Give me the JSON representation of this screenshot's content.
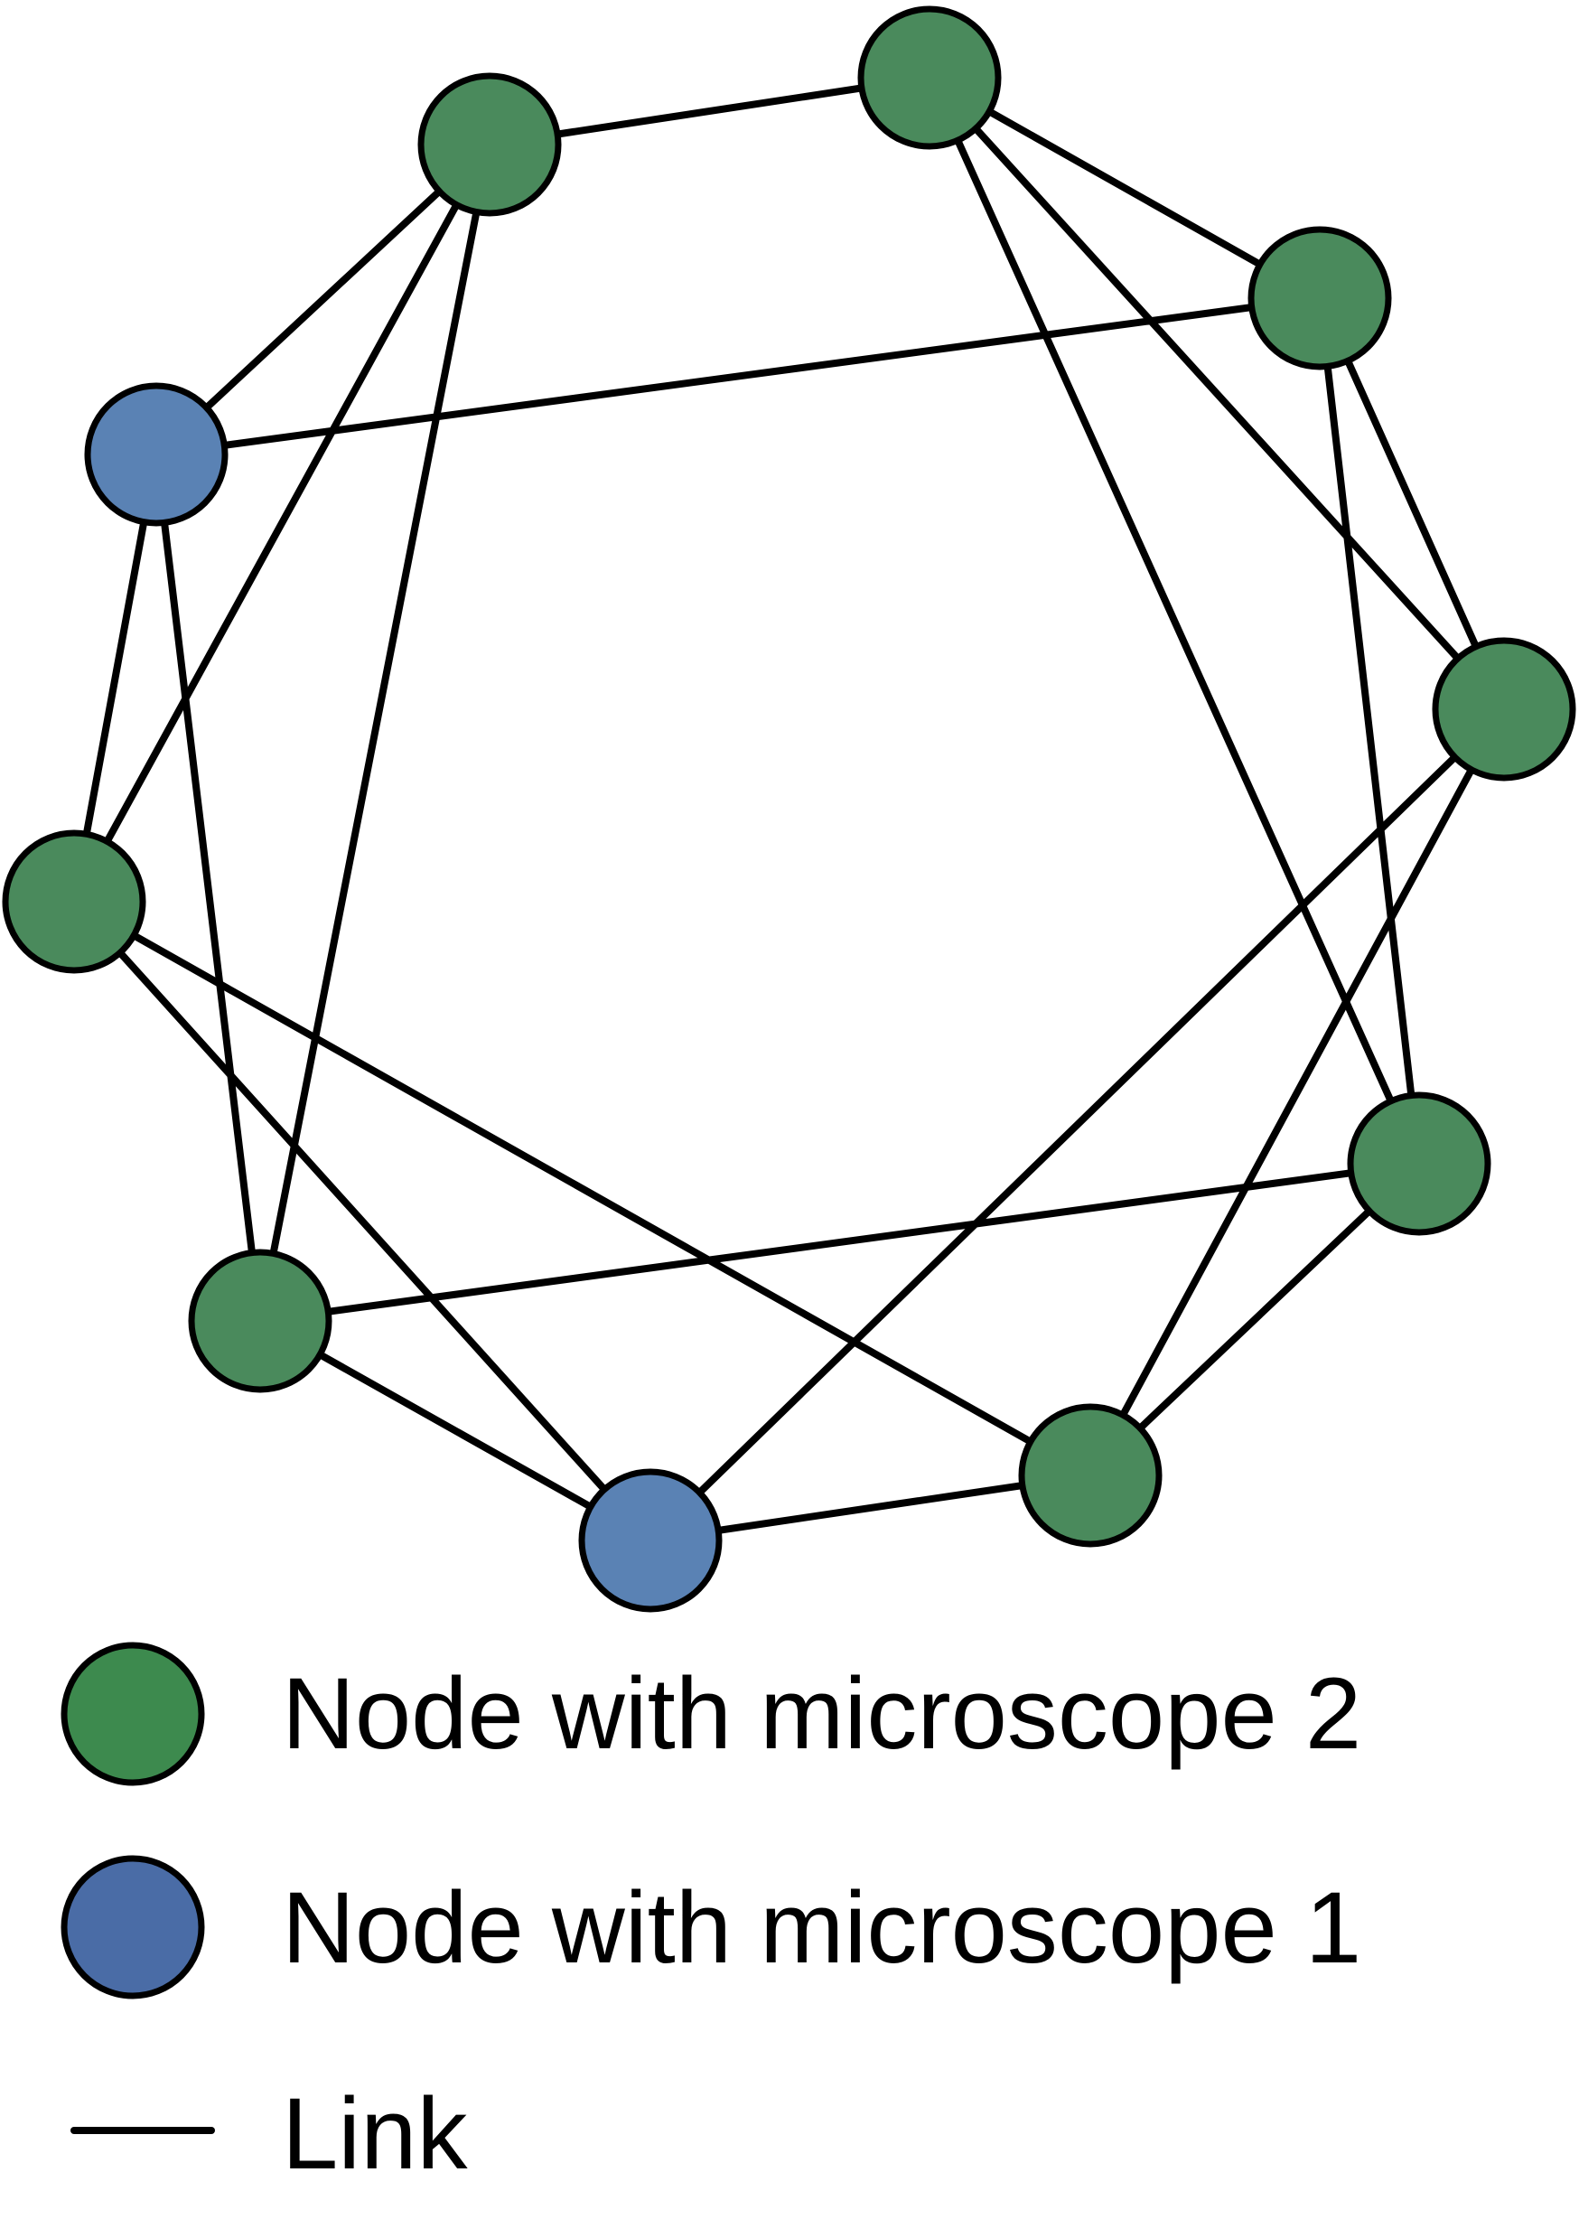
{
  "colors": {
    "microscope_2": "#4a8a5c",
    "microscope_1": "#5a82b4",
    "legend_microscope_2": "#3d8a4e",
    "legend_microscope_1": "#4a6ca6",
    "stroke": "#000000",
    "background": "#ffffff"
  },
  "legend": {
    "node_microscope_2": "Node with microscope 2",
    "node_microscope_1": "Node with microscope 1",
    "link": "Link"
  },
  "graph": {
    "nodes": [
      {
        "id": "n1",
        "type": "microscope_2"
      },
      {
        "id": "n2",
        "type": "microscope_2"
      },
      {
        "id": "n3",
        "type": "microscope_2"
      },
      {
        "id": "n4",
        "type": "microscope_2"
      },
      {
        "id": "n5",
        "type": "microscope_2"
      },
      {
        "id": "n6",
        "type": "microscope_1"
      },
      {
        "id": "n7",
        "type": "microscope_2"
      },
      {
        "id": "n8",
        "type": "microscope_2"
      },
      {
        "id": "n9",
        "type": "microscope_1"
      },
      {
        "id": "n10",
        "type": "microscope_2"
      }
    ],
    "links": [
      [
        "n1",
        "n2"
      ],
      [
        "n1",
        "n3"
      ],
      [
        "n2",
        "n3"
      ],
      [
        "n2",
        "n4"
      ],
      [
        "n3",
        "n5"
      ],
      [
        "n3",
        "n6"
      ],
      [
        "n4",
        "n5"
      ],
      [
        "n4",
        "n7"
      ],
      [
        "n5",
        "n6"
      ],
      [
        "n5",
        "n8"
      ],
      [
        "n6",
        "n7"
      ],
      [
        "n6",
        "n8"
      ],
      [
        "n7",
        "n9"
      ],
      [
        "n7",
        "n10"
      ],
      [
        "n8",
        "n9"
      ],
      [
        "n8",
        "n10"
      ],
      [
        "n9",
        "n10"
      ],
      [
        "n1",
        "n10"
      ],
      [
        "n1",
        "n4"
      ],
      [
        "n2",
        "n9"
      ]
    ]
  }
}
